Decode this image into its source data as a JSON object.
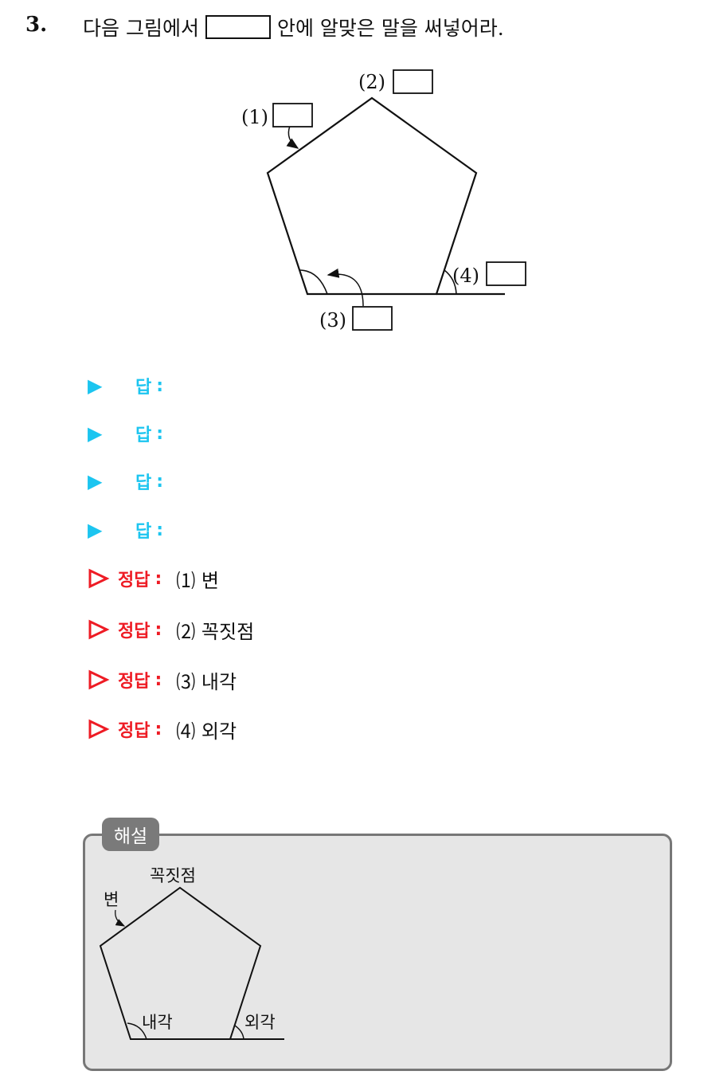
{
  "question": {
    "number": "3.",
    "text_before": "다음 그림에서",
    "text_after": "안에 알맞은 말을 써넣어라."
  },
  "figure": {
    "label_1": "(1)",
    "label_2": "(2)",
    "label_3": "(3)",
    "label_4": "(4)"
  },
  "answer_rows": [
    {
      "label": "답",
      "colon": ":"
    },
    {
      "label": "답",
      "colon": ":"
    },
    {
      "label": "답",
      "colon": ":"
    },
    {
      "label": "답",
      "colon": ":"
    }
  ],
  "solutions": [
    {
      "label": "정답",
      "colon": ":",
      "text": "⑴ 변"
    },
    {
      "label": "정답",
      "colon": ":",
      "text": "⑵ 꼭짓점"
    },
    {
      "label": "정답",
      "colon": ":",
      "text": "⑶ 내각"
    },
    {
      "label": "정답",
      "colon": ":",
      "text": "⑷ 외각"
    }
  ],
  "explanation": {
    "tag": "해설",
    "side_label": "변",
    "vertex_label": "꼭짓점",
    "interior_label": "내각",
    "exterior_label": "외각"
  },
  "colors": {
    "answer_blue": "#1cc5f0",
    "solution_red": "#ee1b24",
    "explanation_bg": "#e6e6e6",
    "explanation_border": "#777777",
    "tag_bg": "#7a7a7a"
  }
}
